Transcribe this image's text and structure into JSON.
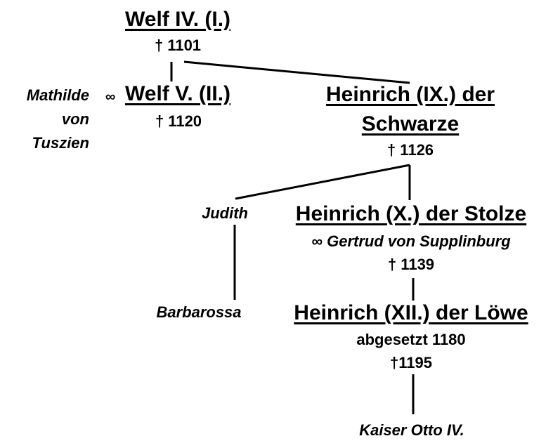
{
  "welf4": {
    "name": "Welf IV. (I.)",
    "death": "† 1101"
  },
  "mathilde": {
    "line1": "Mathilde",
    "line2": "von",
    "line3": "Tuszien"
  },
  "welf5": {
    "marriage": "∞",
    "name": "Welf V. (II.)",
    "death": "† 1120"
  },
  "heinrich9": {
    "name_line1": "Heinrich (IX.) der",
    "name_line2": "Schwarze",
    "death": "† 1126"
  },
  "judith": {
    "name": "Judith"
  },
  "heinrich10": {
    "name": "Heinrich (X.) der Stolze",
    "spouse": "∞ Gertrud von Supplinburg",
    "death": "† 1139"
  },
  "barbarossa": {
    "name": "Barbarossa"
  },
  "heinrich12": {
    "name": "Heinrich (XII.) der Löwe",
    "note": "abgesetzt 1180",
    "death": "†1195"
  },
  "otto": {
    "name": "Kaiser Otto IV."
  },
  "colors": {
    "ink": "#000000",
    "background": "#ffffff"
  }
}
